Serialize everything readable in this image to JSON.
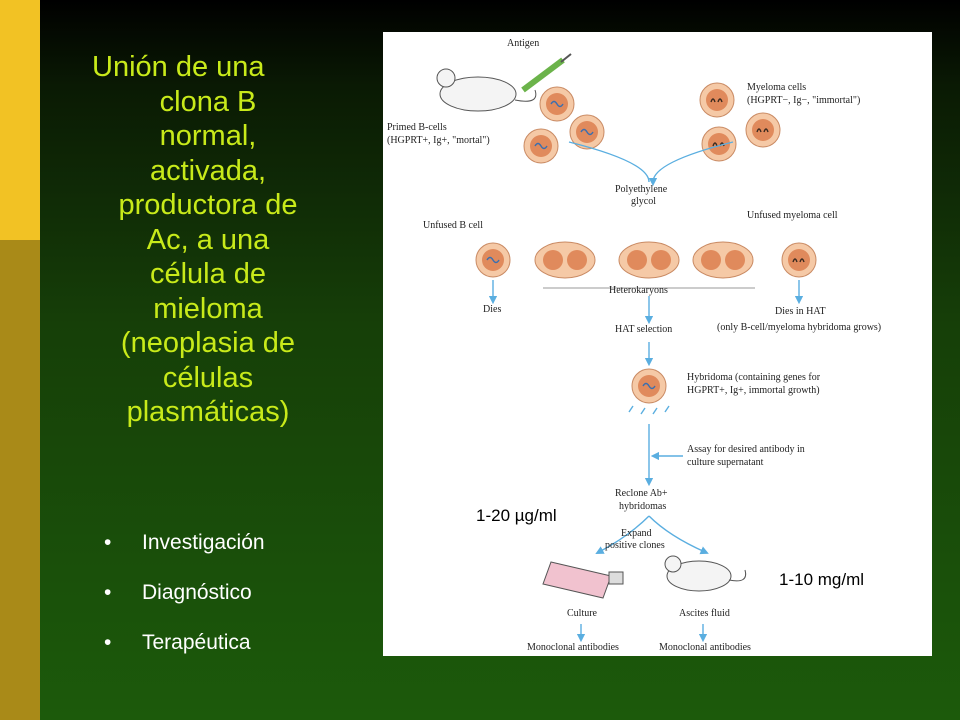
{
  "slide": {
    "title_lines": [
      "Unión de una",
      "clona B",
      "normal,",
      "activada,",
      "productora de",
      "Ac, a una",
      "célula de",
      "mieloma",
      "(neoplasia de",
      "células",
      "plasmáticas)"
    ],
    "bullets": [
      "Investigación",
      "Diagnóstico",
      "Terapéutica"
    ],
    "bullet_glyph": "•"
  },
  "diagram": {
    "antigen": "Antigen",
    "primed_line1": "Primed B-cells",
    "primed_line2": "(HGPRT+, Ig+, \"mortal\")",
    "myeloma_line1": "Myeloma cells",
    "myeloma_line2": "(HGPRT−, Ig−, \"immortal\")",
    "peg_line1": "Polyethylene",
    "peg_line2": "glycol",
    "unfused_b": "Unfused B cell",
    "unfused_myeloma": "Unfused myeloma cell",
    "heterokaryons": "Heterokaryons",
    "dies": "Dies",
    "dies_hat": "Dies in HAT",
    "only_grows": "(only B-cell/myeloma hybridoma grows)",
    "hat_selection": "HAT selection",
    "hybridoma_line1": "Hybridoma (containing genes for",
    "hybridoma_line2": "HGPRT+, Ig+, immortal growth)",
    "assay_line1": "Assay for desired antibody in",
    "assay_line2": "culture supernatant",
    "reclone_line1": "Reclone Ab+",
    "reclone_line2": "hybridomas",
    "expand_line1": "Expand",
    "expand_line2": "positive clones",
    "culture": "Culture",
    "ascites": "Ascites fluid",
    "mono_left": "Monoclonal antibodies",
    "mono_right": "Monoclonal antibodies",
    "conc_left": "1-20 µg/ml",
    "conc_right": "1-10 mg/ml"
  },
  "colors": {
    "title": "#c8ea1a",
    "bar_top": "#f2c224",
    "bar_bottom": "#a98a18",
    "arrow": "#5aaee0",
    "cell_outer": "#f5c9a6",
    "cell_nucleus": "#e08a5c"
  }
}
